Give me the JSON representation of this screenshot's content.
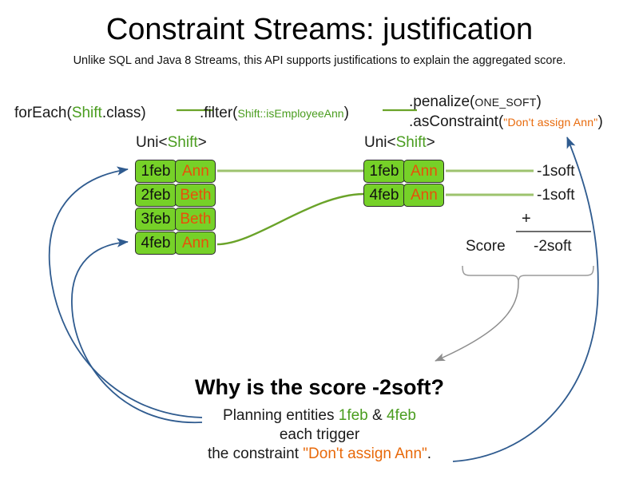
{
  "header": {
    "title": "Constraint Streams: justification",
    "subtitle": "Unlike SQL and Java 8 Streams, this API supports justifications to explain the aggregated score."
  },
  "pipeline": {
    "foreach": {
      "prefix": "forEach(",
      "type": "Shift",
      "suffix": ".class)"
    },
    "filter": {
      "prefix": ".filter(",
      "method_ref": "Shift::isEmployeeAnn",
      "suffix": ")"
    },
    "penalize": {
      "prefix": ".penalize(",
      "arg": "ONE_SOFT",
      "suffix": ")"
    },
    "as_constraint": {
      "prefix": ".asConstraint(",
      "arg": "\"Don't assign Ann\"",
      "suffix": ")"
    }
  },
  "streams": {
    "left": {
      "label_prefix": "Uni<",
      "label_type": "Shift",
      "label_suffix": ">",
      "rows": [
        {
          "date": "1feb",
          "employee": "Ann"
        },
        {
          "date": "2feb",
          "employee": "Beth"
        },
        {
          "date": "3feb",
          "employee": "Beth"
        },
        {
          "date": "4feb",
          "employee": "Ann"
        }
      ]
    },
    "right": {
      "label_prefix": "Uni<",
      "label_type": "Shift",
      "label_suffix": ">",
      "rows": [
        {
          "date": "1feb",
          "employee": "Ann"
        },
        {
          "date": "4feb",
          "employee": "Ann"
        }
      ]
    }
  },
  "score": {
    "penalties": [
      "-1soft",
      "-1soft"
    ],
    "operator": "+",
    "label": "Score",
    "total": "-2soft"
  },
  "explanation": {
    "heading": "Why is the score -2soft?",
    "line1_prefix": "Planning entities ",
    "line1_entity_a": "1feb",
    "line1_amp": " & ",
    "line1_entity_b": "4feb",
    "line2": "each trigger",
    "line3_prefix": "the constraint ",
    "line3_constraint": "\"Don't assign Ann\"",
    "line3_suffix": "."
  },
  "colors": {
    "class_green": "#4a9d1f",
    "string_orange": "#e8690a",
    "chip_fill": "#76d128",
    "chip_border": "#2b2b2b",
    "employee_orange": "#e8500a",
    "wire_green": "#9dc36e",
    "justify_blue": "#2f5b8f",
    "brace_gray": "#9a9a9a"
  }
}
